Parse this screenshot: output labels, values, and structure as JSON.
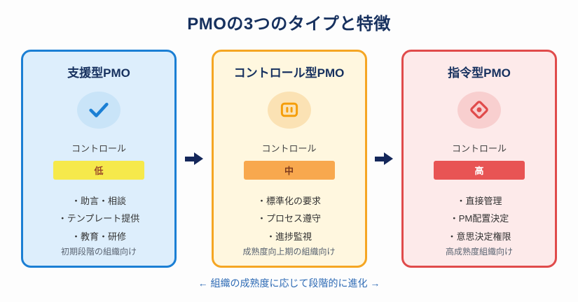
{
  "page": {
    "title": "PMOの3つのタイプと特徴",
    "footer": "← 組織の成熟度に応じて段階的に進化 →"
  },
  "colors": {
    "title_navy": "#16305e",
    "arrow_navy": "#14275a",
    "footer_blue": "#2e6bb5",
    "card1_accent": "#1b7fd4",
    "card1_bg": "#ddeefc",
    "card2_accent": "#f5a623",
    "card2_bg": "#fff7df",
    "card3_accent": "#e04b4b",
    "card3_bg": "#fdeaea",
    "badge_low_bg": "#f6e94b",
    "badge_mid_bg": "#f8a84e",
    "badge_high_bg": "#e85454"
  },
  "cards": [
    {
      "title": "支援型PMO",
      "icon": "check-icon",
      "control_label": "コントロール",
      "level": "低",
      "features": [
        "・助言・相談",
        "・テンプレート提供",
        "・教育・研修"
      ],
      "audience": "初期段階の組織向け"
    },
    {
      "title": "コントロール型PMO",
      "icon": "outlet-icon",
      "control_label": "コントロール",
      "level": "中",
      "features": [
        "・標準化の要求",
        "・プロセス遵守",
        "・進捗監視"
      ],
      "audience": "成熟度向上期の組織向け"
    },
    {
      "title": "指令型PMO",
      "icon": "target-diamond-icon",
      "control_label": "コントロール",
      "level": "高",
      "features": [
        "・直接管理",
        "・PM配置決定",
        "・意思決定権限"
      ],
      "audience": "高成熟度組織向け"
    }
  ]
}
